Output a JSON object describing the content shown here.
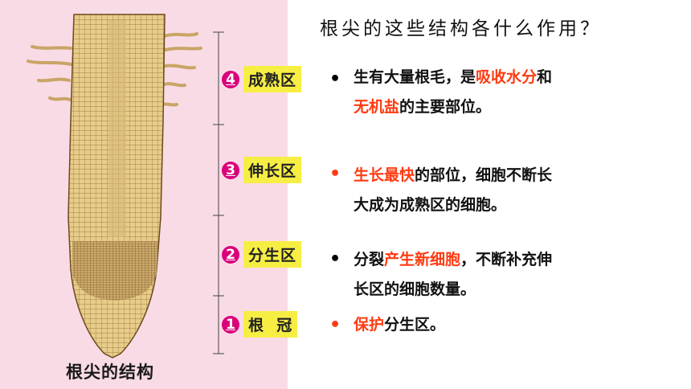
{
  "question": "根尖的这些结构各什么作用？",
  "caption": "根尖的结构",
  "colors": {
    "panel_bg": "#f9dbe6",
    "badge": "#d9007a",
    "label_bg": "#f7ee44",
    "highlight": "#ff3b12"
  },
  "zones": [
    {
      "num": "4",
      "label": "成熟区",
      "line1a": "生有大量根毛，是",
      "line1b": "吸收水分",
      "line1c": "和",
      "line2a": "无机盐",
      "line2b": "的主要部位。"
    },
    {
      "num": "3",
      "label": "伸长区",
      "line1a": "生长最快",
      "line1b": "的部位，细胞不断长",
      "line2": "大成为成熟区的细胞。"
    },
    {
      "num": "2",
      "label": "分生区",
      "line1a": "分裂",
      "line1b": "产生新细胞",
      "line1c": "，不断补充伸",
      "line2": "长区的细胞数量。"
    },
    {
      "num": "1",
      "label": "根  冠",
      "line1a": "保护",
      "line1b": "分生区。"
    }
  ]
}
